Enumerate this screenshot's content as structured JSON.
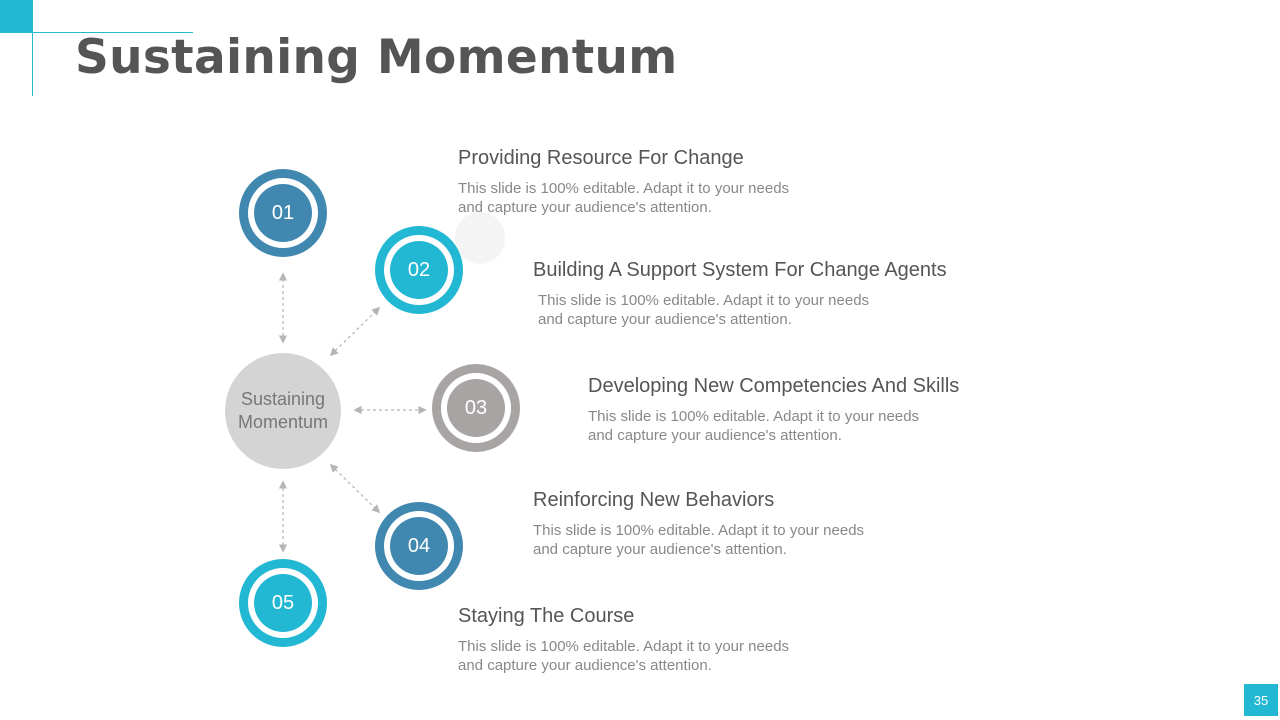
{
  "title": "Sustaining Momentum",
  "center_label": "Sustaining Momentum",
  "colors": {
    "accent": "#22b8d4",
    "steel_blue": "#4188b0",
    "gray_ring": "#a9a4a4",
    "center_fill": "#d4d4d4"
  },
  "steps": [
    {
      "number": "01",
      "heading": "Providing Resource For Change",
      "description": "This slide is 100% editable. Adapt it to your needs and capture your audience's attention."
    },
    {
      "number": "02",
      "heading": "Building A Support System For Change Agents",
      "description": "This slide is 100% editable. Adapt it to your needs and capture your audience's attention."
    },
    {
      "number": "03",
      "heading": "Developing New Competencies And Skills",
      "description": "This slide is 100% editable. Adapt it to your needs and capture your audience's attention."
    },
    {
      "number": "04",
      "heading": "Reinforcing New Behaviors",
      "description": "This slide is 100% editable. Adapt it to your needs and capture your audience's attention."
    },
    {
      "number": "05",
      "heading": "Staying The Course",
      "description": "This slide is 100% editable. Adapt it to your needs and capture your audience's attention."
    }
  ],
  "page_number": "35"
}
